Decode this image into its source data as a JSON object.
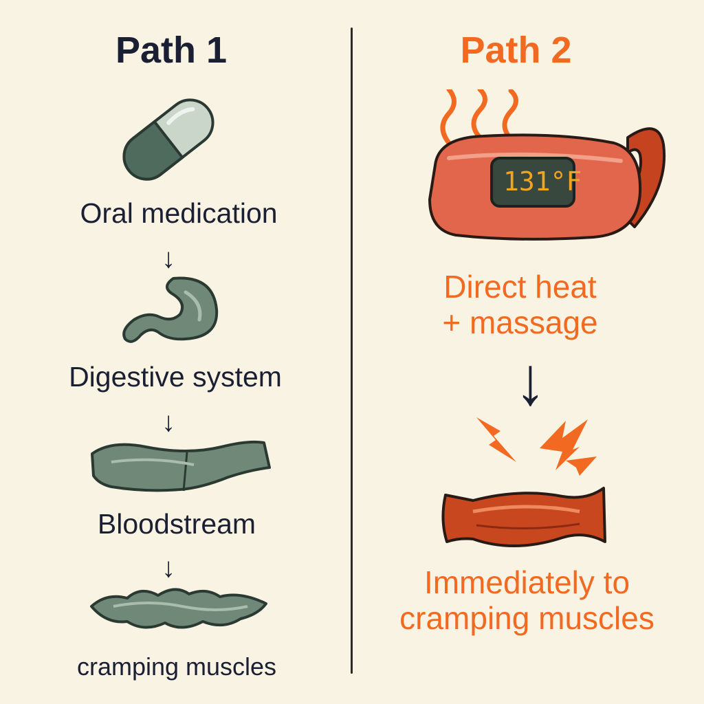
{
  "path1": {
    "title": "Path 1",
    "steps": [
      {
        "label": "Oral medication",
        "icon": "pill-capsule-icon"
      },
      {
        "label": "Digestive system",
        "icon": "stomach-icon"
      },
      {
        "label": "Bloodstream",
        "icon": "blood-vessel-icon"
      },
      {
        "label": "cramping muscles",
        "icon": "cramped-muscle-icon"
      }
    ],
    "arrow": "↓"
  },
  "path2": {
    "title": "Path 2",
    "device": {
      "icon": "heating-pad-belt-icon",
      "display": "131°F"
    },
    "steps": [
      {
        "label_line1": "Direct heat",
        "label_line2": "+ massage"
      },
      {
        "label_line1": "Immediately to",
        "label_line2": "cramping muscles",
        "icon": "relaxed-muscle-icon"
      }
    ],
    "arrow": "↓",
    "effect_icon": "lightning-spark-icon"
  },
  "colors": {
    "background": "#f8f3e2",
    "path1_text": "#1b1f33",
    "path2_accent": "#f26a21",
    "path1_illustration": "#5f7a6a",
    "path2_illustration": "#d94f2b"
  }
}
